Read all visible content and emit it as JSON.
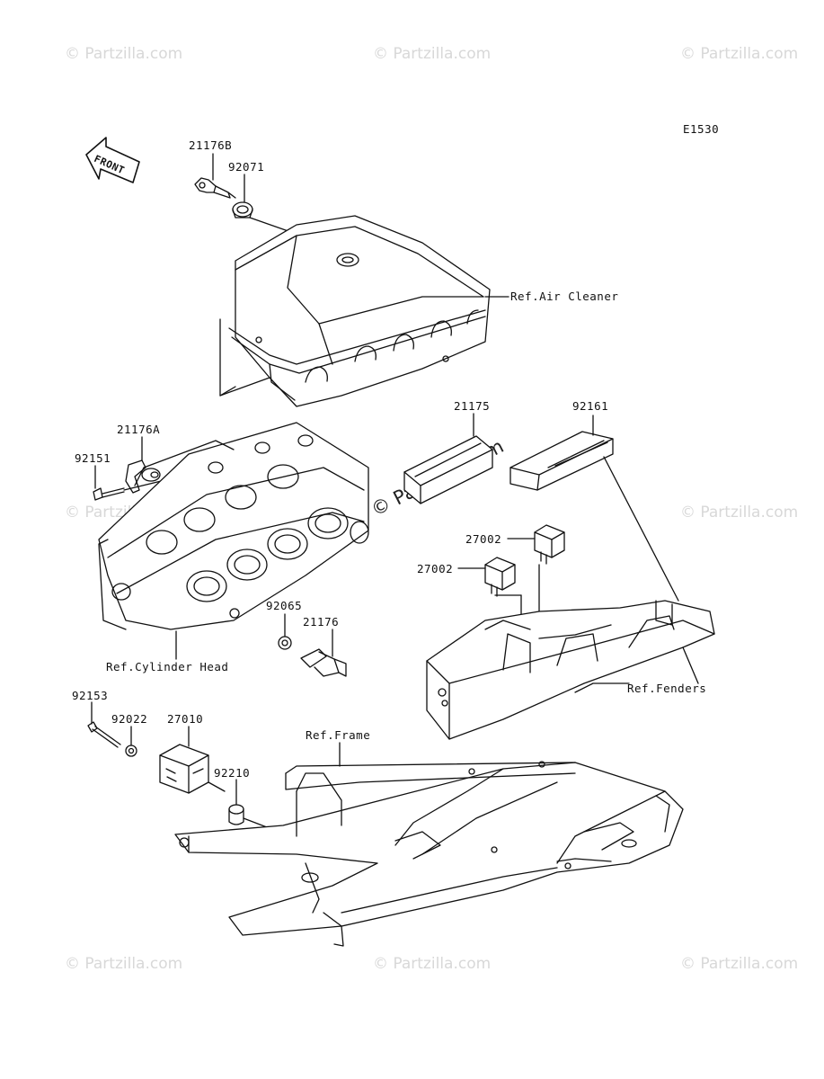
{
  "watermark": "© Partzilla.com",
  "figure_code": "E1530",
  "front_label": "FRONT",
  "parts": {
    "p21176B": "21176B",
    "p92071": "92071",
    "p21176A": "21176A",
    "p92151": "92151",
    "p21175": "21175",
    "p92161": "92161",
    "p27002a": "27002",
    "p27002b": "27002",
    "p92065": "92065",
    "p21176": "21176",
    "p92153": "92153",
    "p92022": "92022",
    "p27010": "27010",
    "p92210": "92210"
  },
  "refs": {
    "air_cleaner": "Ref.Air Cleaner",
    "cylinder_head": "Ref.Cylinder Head",
    "fenders": "Ref.Fenders",
    "frame": "Ref.Frame"
  },
  "colors": {
    "line": "#111111",
    "watermark": "#d8d8d8"
  }
}
